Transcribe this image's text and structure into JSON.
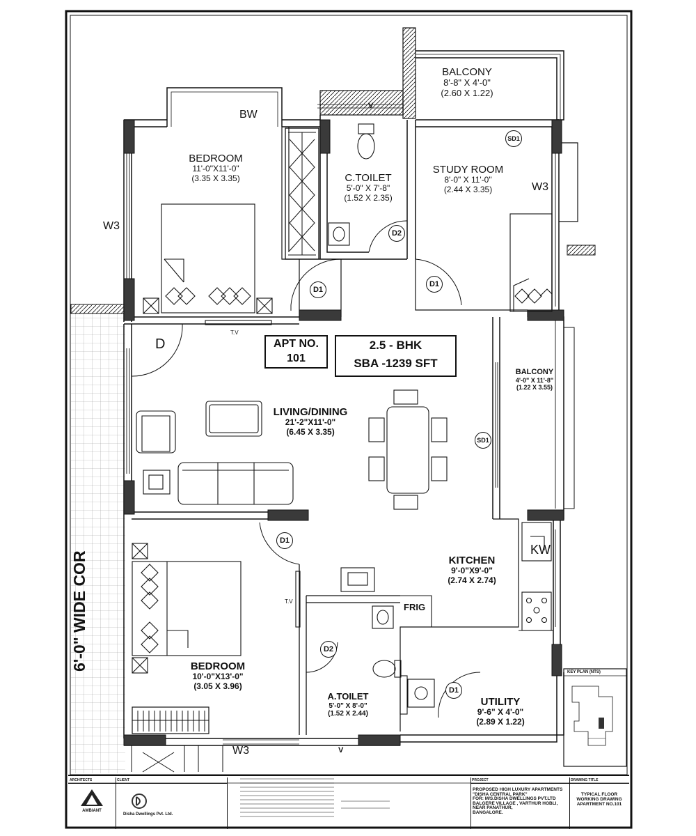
{
  "sheet": {
    "apartment": {
      "line1": "APT NO.",
      "line2": "101"
    },
    "config": {
      "line1": "2.5 - BHK",
      "line2": "SBA -1239 SFT"
    },
    "corridor": "6'-0\" WIDE COR"
  },
  "rooms": {
    "balcony_top": {
      "name": "BALCONY",
      "dim": "8'-8\" X 4'-0\"",
      "metric": "(2.60 X 1.22)"
    },
    "bedroom_top": {
      "name": "BEDROOM",
      "dim": "11'-0\"X11'-0\"",
      "metric": "(3.35 X 3.35)"
    },
    "c_toilet": {
      "name": "C.TOILET",
      "dim": "5'-0\" X 7'-8\"",
      "metric": "(1.52 X 2.35)"
    },
    "study_room": {
      "name": "STUDY ROOM",
      "dim": "8'-0\" X 11'-0\"",
      "metric": "(2.44 X 3.35)"
    },
    "balcony_right": {
      "name": "BALCONY",
      "dim": "4'-0\" X 11'-8\"",
      "metric": "(1.22 X 3.55)"
    },
    "living_dining": {
      "name": "LIVING/DINING",
      "dim": "21'-2\"X11'-0\"",
      "metric": "(6.45 X 3.35)"
    },
    "kitchen": {
      "name": "KITCHEN",
      "dim": "9'-0\"X9'-0\"",
      "metric": "(2.74 X 2.74)"
    },
    "bedroom_bottom": {
      "name": "BEDROOM",
      "dim": "10'-0\"X13'-0\"",
      "metric": "(3.05 X 3.96)"
    },
    "a_toilet": {
      "name": "A.TOILET",
      "dim": "5'-0\" X 8'-0\"",
      "metric": "(1.52 X 2.44)"
    },
    "utility": {
      "name": "UTILITY",
      "dim": "9'-6\" X 4'-0\"",
      "metric": "(2.89 X 1.22)"
    }
  },
  "codes": {
    "bw": "BW",
    "w3_left": "W3",
    "w3_right": "W3",
    "w3_bottom": "W3",
    "d_main": "D",
    "kw": "KW",
    "frig": "FRIG",
    "v_top": "V",
    "v_bottom": "V",
    "tv_top": "T.V",
    "tv_bottom": "T.V",
    "d1_a": "D1",
    "d1_b": "D1",
    "d1_c": "D1",
    "d1_d": "D1",
    "d2_a": "D2",
    "d2_b": "D2",
    "sd1_a": "SD1",
    "sd1_b": "SD1"
  },
  "title_block": {
    "architects_head": "ARCHITECTS",
    "architects_name": "AMBIANT",
    "client_head": "CLIENT",
    "client_name": "Disha Dwellings Pvt. Ltd.",
    "project_head": "PROJECT",
    "project_line1": "PROPOSED HIGH LUXURY APARTMENTS",
    "project_line2": "\"DISHA CENTRAL PARK\"",
    "project_line3": "FOR: M/S.DISHA DWELLINGS PVT.LTD",
    "project_line4": "BALGERE VILLAGE , VARTHUR HOBLI,",
    "project_line5": "NEAR PANATHUR,",
    "project_line6": "BANGALORE.",
    "drawing_head": "DRAWING TITLE",
    "drawing_line1": "TYPICAL FLOOR",
    "drawing_line2": "WORKING DRAWING",
    "drawing_line3": "APARTMENT NO.101",
    "key_plan": "KEY PLAN (NTS)"
  },
  "colors": {
    "ink": "#111111",
    "column": "#3a3a3a",
    "grid": "#9a9a9a"
  }
}
